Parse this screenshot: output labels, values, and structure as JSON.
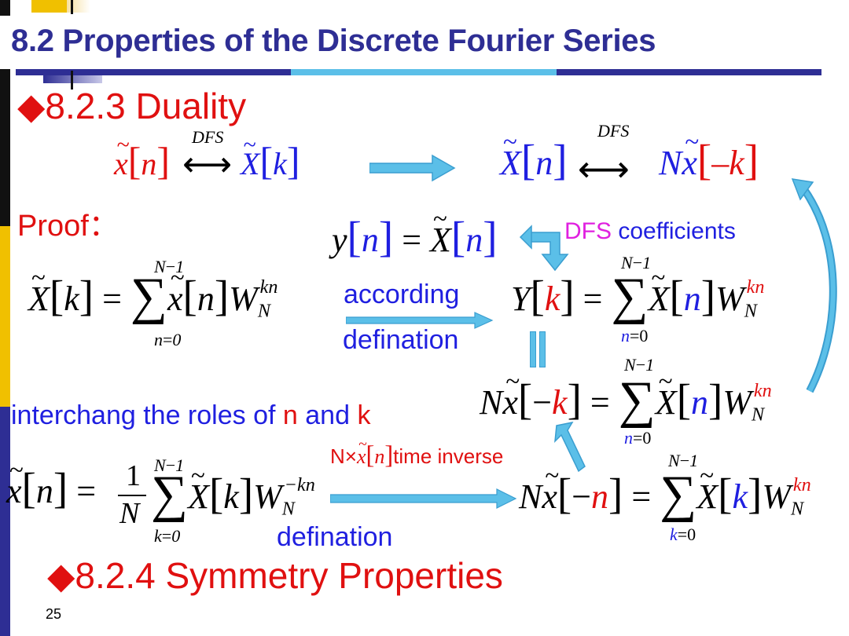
{
  "slide": {
    "title": "8.2 Properties of the Discrete Fourier Series",
    "page_number": "25",
    "section_a": "8.2.3   Duality",
    "section_b": "8.2.4   Symmetry Properties",
    "proof_label": "Proof：",
    "dfs_label": "DFS",
    "notes": {
      "dfs_coefficients": "coefficients",
      "dfs_word": "DFS",
      "according": "according",
      "defination1": "defination",
      "interchang_a": "interchang the roles of ",
      "n": "n",
      "and": " and ",
      "k": "k",
      "n_times": "N×",
      "time_inverse": "time inverse",
      "defination2": "defination"
    }
  },
  "colors": {
    "title": "#2e2e94",
    "red": "#e01010",
    "blue": "#1f1fe0",
    "magenta": "#e020e0",
    "arrow": "#5bbfe8",
    "band_dark": "#2e2e94",
    "band_light": "#5bbfe8",
    "left_black": "#111111",
    "left_yellow": "#f0c000",
    "left_navy": "#2e2e94"
  }
}
